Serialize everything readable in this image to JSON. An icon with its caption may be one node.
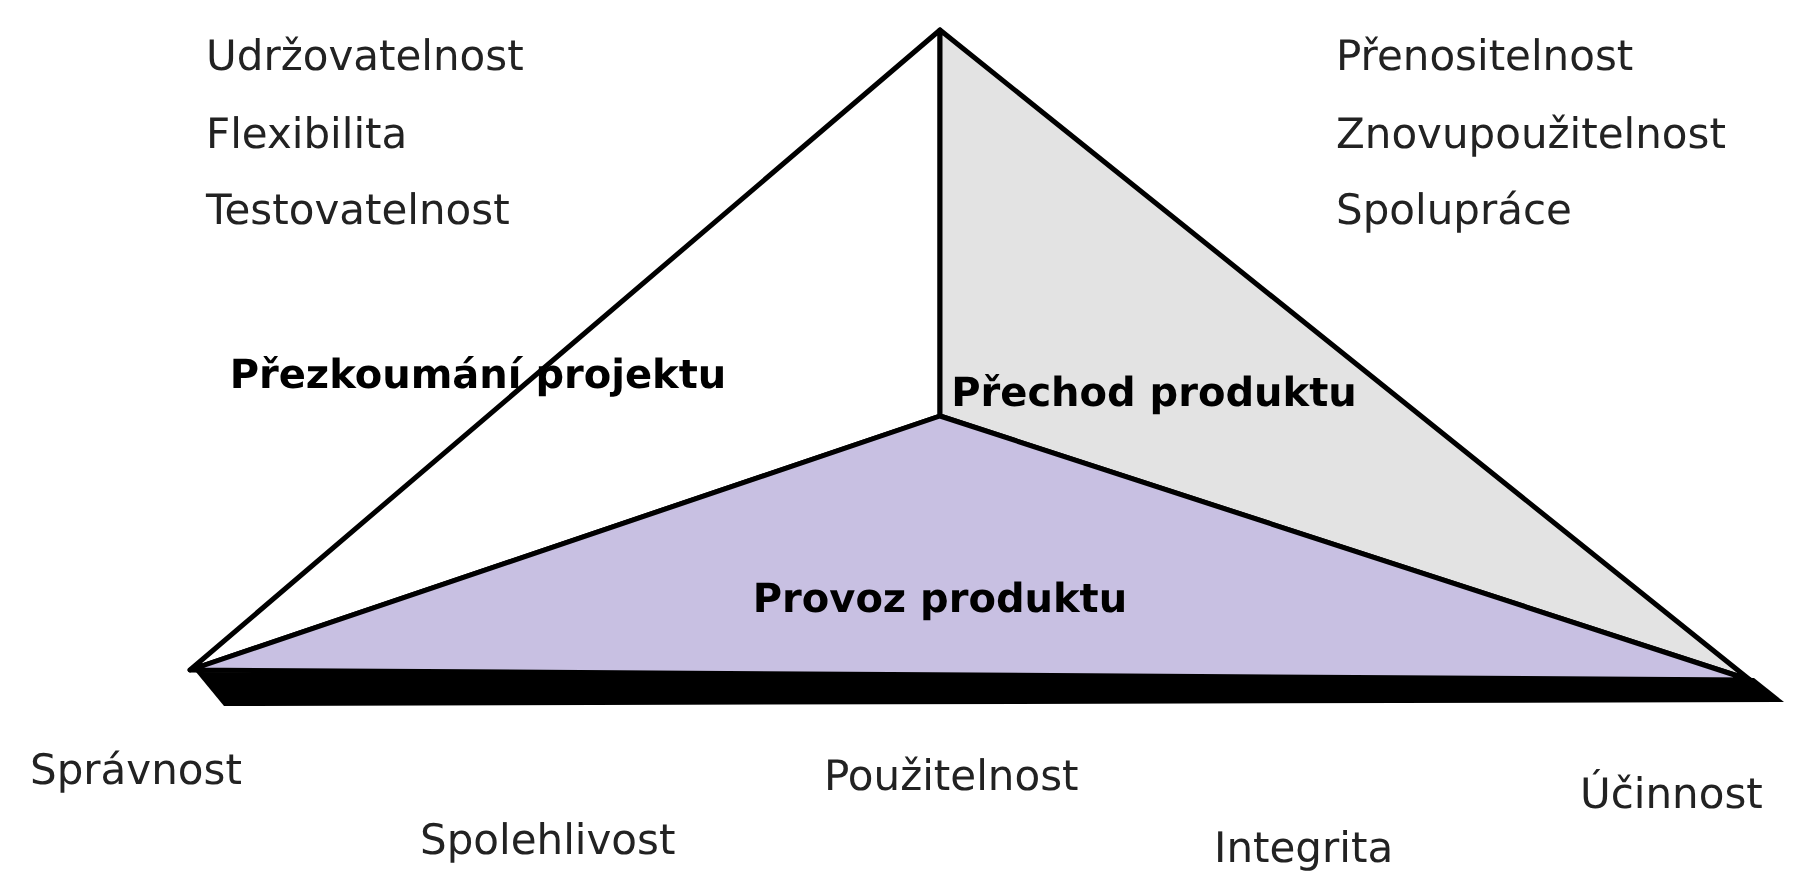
{
  "diagram": {
    "nodes": [
      {
        "text": [
          "Přezkoumání projektu"
        ]
      },
      {
        "text": [
          "Přechod produktu"
        ]
      },
      {
        "text": [
          "Provoz produktu"
        ]
      }
    ],
    "labels": [
      "Udržovatelnost",
      "Flexibilita",
      "Testovatelnost",
      "Přenositelnost",
      "Znovupoužitelnost",
      "Spolupráce",
      "Správnost",
      "Spolehlivost",
      "Použitelnost",
      "Integrita",
      "Účinnost"
    ]
  }
}
